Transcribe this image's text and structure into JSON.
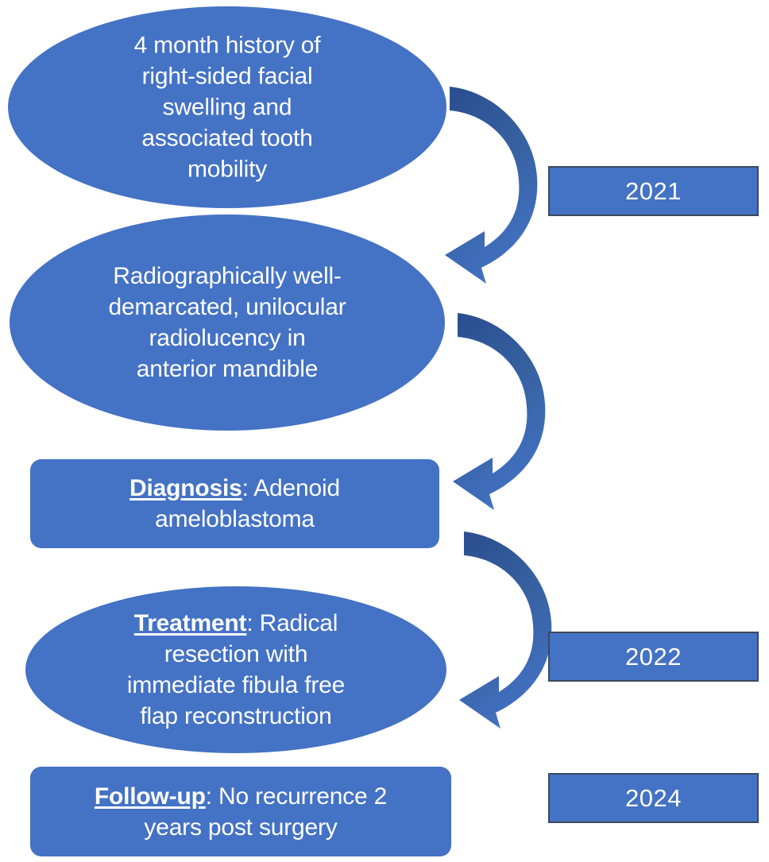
{
  "figure": {
    "type": "flowchart",
    "orientation": "vertical",
    "accent_color": "#4472C4",
    "arrow_color_dark": "#2E5293",
    "arrow_color_light": "#4272C4",
    "year_box_border": "#3B4A5E",
    "text_color": "#FFFFFF"
  },
  "nodes": [
    {
      "id": "presentation",
      "shape": "ellipse",
      "lead": "",
      "text": "4 month history of right-sided facial swelling and associated tooth mobility"
    },
    {
      "id": "imaging",
      "shape": "ellipse",
      "lead": "",
      "text": "Radiographically well-demarcated, unilocular radiolucency in anterior mandible"
    },
    {
      "id": "diagnosis",
      "shape": "rounded-rectangle",
      "lead": "Diagnosis",
      "text": ": Adenoid ameloblastoma"
    },
    {
      "id": "treatment",
      "shape": "ellipse",
      "lead": "Treatment",
      "text": ": Radical resection with immediate fibula free flap reconstruction"
    },
    {
      "id": "followup",
      "shape": "rounded-rectangle",
      "lead": "Follow-up",
      "text": ": No recurrence 2 years post surgery"
    }
  ],
  "node_lines": {
    "presentation": "4 month history of\nright-sided facial\nswelling and\nassociated tooth\nmobility",
    "imaging": "Radiographically well-\ndemarcated, unilocular\nradiolucency in\nanterior mandible",
    "diagnosis_lead": "Diagnosis",
    "diagnosis_rest": ": Adenoid\nameloblastoma",
    "treatment_lead": "Treatment",
    "treatment_rest": ": Radical\nresection with\nimmediate fibula free\nflap reconstruction",
    "followup_lead": "Follow-up",
    "followup_rest": ": No recurrence 2\nyears post surgery"
  },
  "years": [
    {
      "id": "year-2021",
      "label": "2021"
    },
    {
      "id": "year-2022",
      "label": "2022"
    },
    {
      "id": "year-2024",
      "label": "2024"
    }
  ],
  "connectors": [
    {
      "id": "arrow-presentation-to-imaging",
      "kind": "curved-arrow",
      "direction": "down-left"
    },
    {
      "id": "arrow-imaging-to-diagnosis",
      "kind": "curved-arrow",
      "direction": "down-left"
    },
    {
      "id": "arrow-diagnosis-to-treatment",
      "kind": "curved-arrow",
      "direction": "down-left"
    }
  ]
}
